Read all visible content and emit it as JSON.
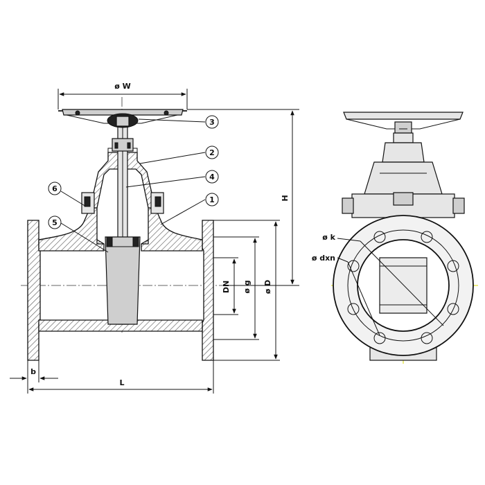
{
  "diagram": {
    "dimensions": {
      "handwheel_diameter": "ø W",
      "height": "H",
      "nominal_diameter": "DN",
      "raised_face_diameter": "ø g",
      "flange_outer_diameter": "ø D",
      "length": "L",
      "flange_thickness": "b",
      "bolt_circle": "ø k",
      "bolt_holes": "ø dxn"
    },
    "parts": [
      {
        "label": "1"
      },
      {
        "label": "2"
      },
      {
        "label": "3"
      },
      {
        "label": "4"
      },
      {
        "label": "5"
      },
      {
        "label": "6"
      }
    ]
  }
}
